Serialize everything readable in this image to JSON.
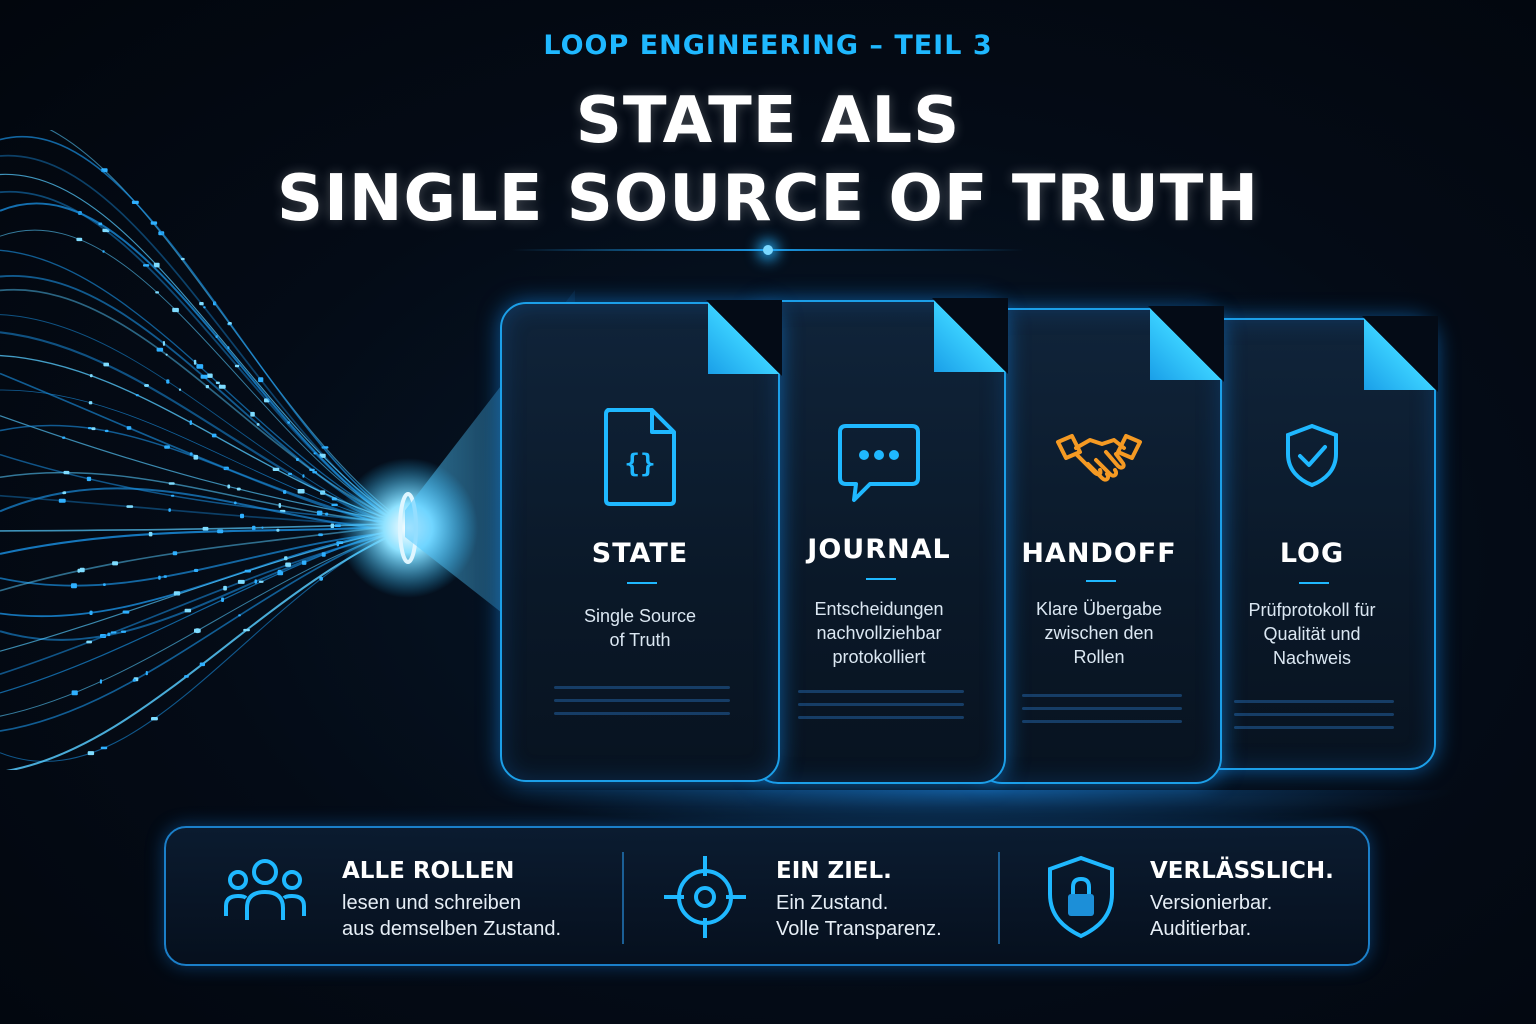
{
  "header": {
    "kicker": "LOOP ENGINEERING – TEIL 3",
    "title_line1": "STATE ALS",
    "title_line2": "SINGLE SOURCE OF TRUTH"
  },
  "cards": [
    {
      "title": "STATE",
      "desc": [
        "Single Source",
        "of Truth"
      ],
      "icon": "code-file-icon",
      "color": "#1fb8ff"
    },
    {
      "title": "JOURNAL",
      "desc": [
        "Entscheidungen",
        "nachvollziehbar",
        "protokolliert"
      ],
      "icon": "chat-bubble-icon",
      "color": "#1fb8ff"
    },
    {
      "title": "HANDOFF",
      "desc": [
        "Klare Übergabe",
        "zwischen den",
        "Rollen"
      ],
      "icon": "handshake-icon",
      "color": "#f59a23"
    },
    {
      "title": "LOG",
      "desc": [
        "Prüfprotokoll für",
        "Qualität und",
        "Nachweis"
      ],
      "icon": "shield-check-icon",
      "color": "#1fb8ff"
    }
  ],
  "features": [
    {
      "title": "ALLE ROLLEN",
      "text": [
        "lesen und schreiben",
        "aus demselben Zustand."
      ],
      "icon": "users-icon"
    },
    {
      "title": "EIN ZIEL.",
      "text": [
        "Ein Zustand.",
        "Volle Transparenz."
      ],
      "icon": "target-icon"
    },
    {
      "title": "VERLÄSSLICH.",
      "text": [
        "Versionierbar.",
        "Auditierbar."
      ],
      "icon": "shield-lock-icon"
    }
  ],
  "colors": {
    "accent": "#1fb8ff",
    "handoff": "#f59a23",
    "background": "#040b16"
  }
}
